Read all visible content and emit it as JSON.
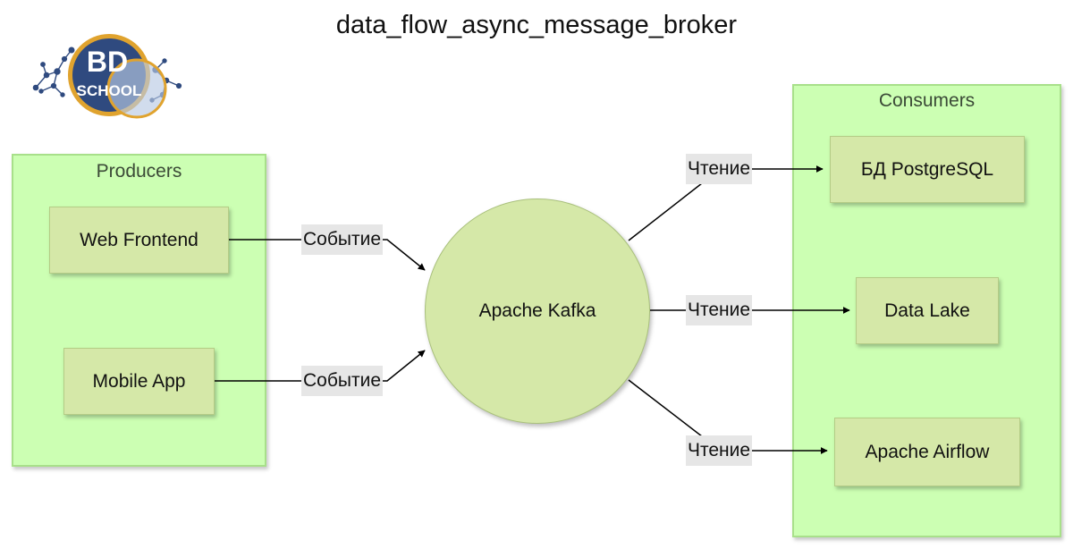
{
  "diagram": {
    "title": "data_flow_async_message_broker",
    "logo": {
      "text_top": "BD",
      "text_bottom": "SCHOOL",
      "colors": {
        "ring": "#e0a32e",
        "disc": "#2f4a7f",
        "network": "#2f4a7f"
      }
    },
    "groups": {
      "producers": {
        "label": "Producers"
      },
      "consumers": {
        "label": "Consumers"
      }
    },
    "nodes": {
      "web_frontend": {
        "label": "Web Frontend"
      },
      "mobile_app": {
        "label": "Mobile App"
      },
      "broker": {
        "label": "Apache Kafka"
      },
      "postgres": {
        "label": "БД PostgreSQL"
      },
      "data_lake": {
        "label": "Data Lake"
      },
      "airflow": {
        "label": "Apache Airflow"
      }
    },
    "edges": [
      {
        "from": "web_frontend",
        "to": "broker",
        "label": "Событие"
      },
      {
        "from": "mobile_app",
        "to": "broker",
        "label": "Событие"
      },
      {
        "from": "broker",
        "to": "postgres",
        "label": "Чтение"
      },
      {
        "from": "broker",
        "to": "data_lake",
        "label": "Чтение"
      },
      {
        "from": "broker",
        "to": "airflow",
        "label": "Чтение"
      }
    ],
    "colors": {
      "group_fill": "#ccffb3",
      "node_fill": "#d5e8a8",
      "edge_label_bg": "#e6e6e6",
      "edge": "#000000"
    }
  }
}
